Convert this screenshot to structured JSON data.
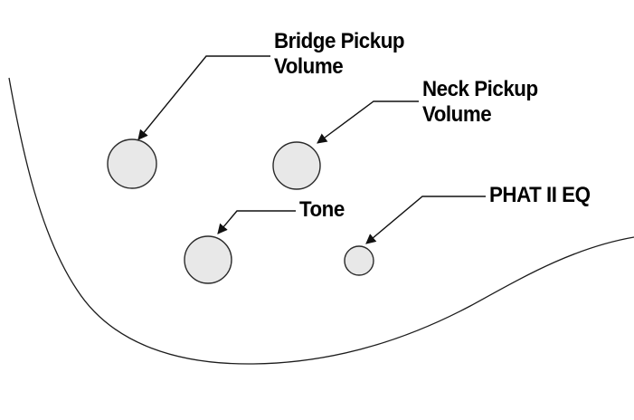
{
  "diagram": {
    "type": "instrument-control-layout",
    "labels": {
      "bridge_pickup_volume": "Bridge Pickup\nVolume",
      "neck_pickup_volume": "Neck Pickup\nVolume",
      "tone": "Tone",
      "phat_ii_eq": "PHAT II EQ"
    },
    "knobs": [
      {
        "name": "bridge-pickup-volume-knob",
        "size": "large"
      },
      {
        "name": "neck-pickup-volume-knob",
        "size": "large"
      },
      {
        "name": "tone-knob",
        "size": "large"
      },
      {
        "name": "phat-ii-eq-knob",
        "size": "small"
      }
    ],
    "colors": {
      "background": "#ffffff",
      "knob_fill": "#e8e8e8",
      "stroke": "#111111",
      "text": "#000000"
    }
  }
}
